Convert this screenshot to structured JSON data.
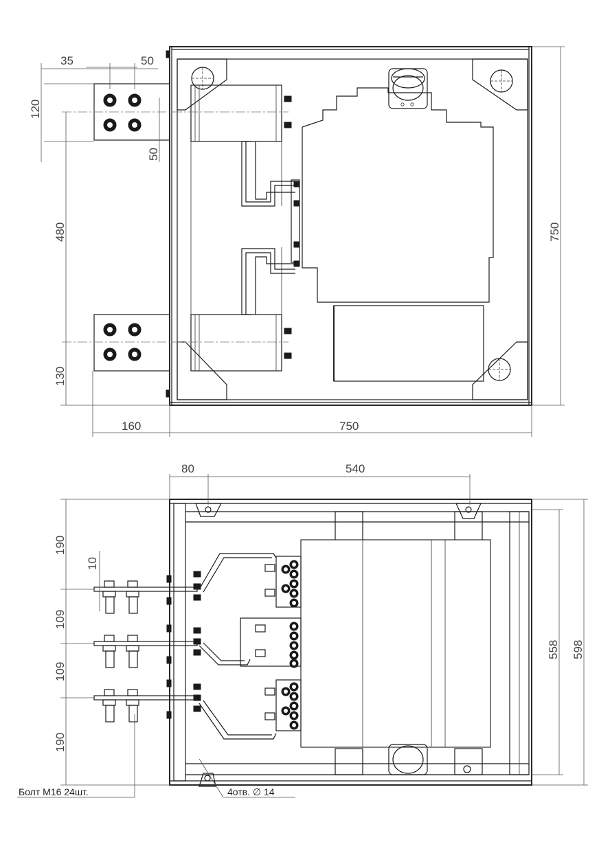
{
  "top_view": {
    "dims": {
      "d35": "35",
      "d50_top": "50",
      "d120": "120",
      "d50_side": "50",
      "d480": "480",
      "d130": "130",
      "d160": "160",
      "d750_bottom": "750",
      "d750_right": "750"
    }
  },
  "side_view": {
    "dims": {
      "d80": "80",
      "d540": "540",
      "d190_top": "190",
      "d10": "10",
      "d109_a": "109",
      "d109_b": "109",
      "d190_bottom": "190",
      "d558": "558",
      "d598": "598"
    },
    "notes": {
      "bolt_note": "Болт М16 24шт.",
      "holes_note": "4отв. ∅ 14"
    }
  }
}
